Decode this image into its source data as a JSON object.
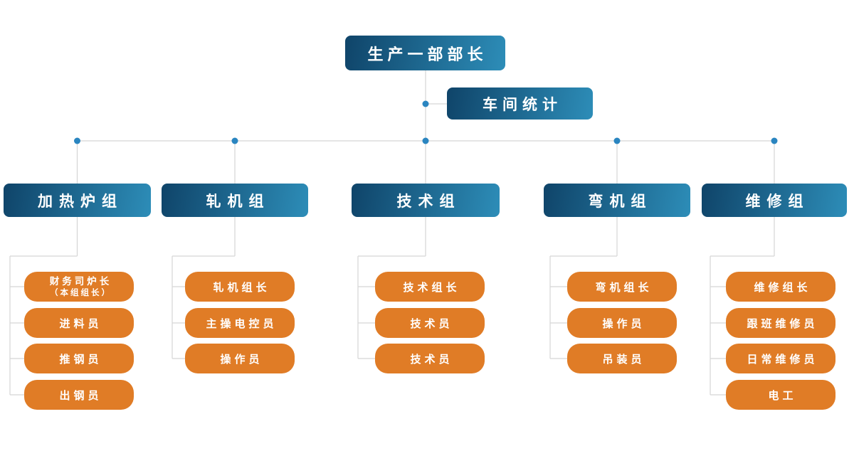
{
  "org": {
    "root": {
      "label": "生产一部部长"
    },
    "staff": {
      "label": "车间统计"
    },
    "groups": [
      {
        "label": "加热炉组",
        "children": [
          {
            "label": "财务司炉长",
            "sub": "（本组组长）"
          },
          {
            "label": "进料员"
          },
          {
            "label": "推钢员"
          },
          {
            "label": "出钢员"
          }
        ]
      },
      {
        "label": "轧机组",
        "children": [
          {
            "label": "轧机组长"
          },
          {
            "label": "主操电控员"
          },
          {
            "label": "操作员"
          }
        ]
      },
      {
        "label": "技术组",
        "children": [
          {
            "label": "技术组长"
          },
          {
            "label": "技术员"
          },
          {
            "label": "技术员"
          }
        ]
      },
      {
        "label": "弯机组",
        "children": [
          {
            "label": "弯机组长"
          },
          {
            "label": "操作员"
          },
          {
            "label": "吊装员"
          }
        ]
      },
      {
        "label": "维修组",
        "children": [
          {
            "label": "维修组长"
          },
          {
            "label": "跟班维修员"
          },
          {
            "label": "日常维修员"
          },
          {
            "label": "电工"
          }
        ]
      }
    ]
  },
  "colors": {
    "node_blue_dark": "#0f4469",
    "node_blue_light": "#2d8db8",
    "node_orange": "#e07c26",
    "connector": "#d5d5d5",
    "dot": "#2a85c0",
    "text": "#ffffff"
  }
}
